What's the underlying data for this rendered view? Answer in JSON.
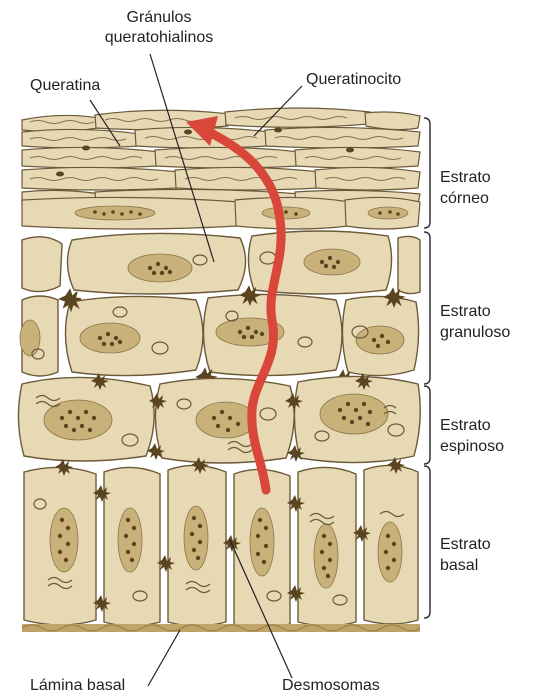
{
  "labels": {
    "granulos_line1": "Gránulos",
    "granulos_line2": "queratohialinos",
    "queratina": "Queratina",
    "queratinocito": "Queratinocito",
    "lamina_basal": "Lámina basal",
    "desmosomas": "Desmosomas"
  },
  "layers": [
    {
      "line1": "Estrato",
      "line2": "córneo"
    },
    {
      "line1": "Estrato",
      "line2": "granuloso"
    },
    {
      "line1": "Estrato",
      "line2": "espinoso"
    },
    {
      "line1": "Estrato",
      "line2": "basal"
    }
  ],
  "colors": {
    "cell_fill": "#e8d9b5",
    "cell_stroke": "#6b5a3a",
    "nucleus": "#c9b27a",
    "granule": "#5a4520",
    "arrow": "#d9473a",
    "basal_lamina": "#c2a566"
  }
}
